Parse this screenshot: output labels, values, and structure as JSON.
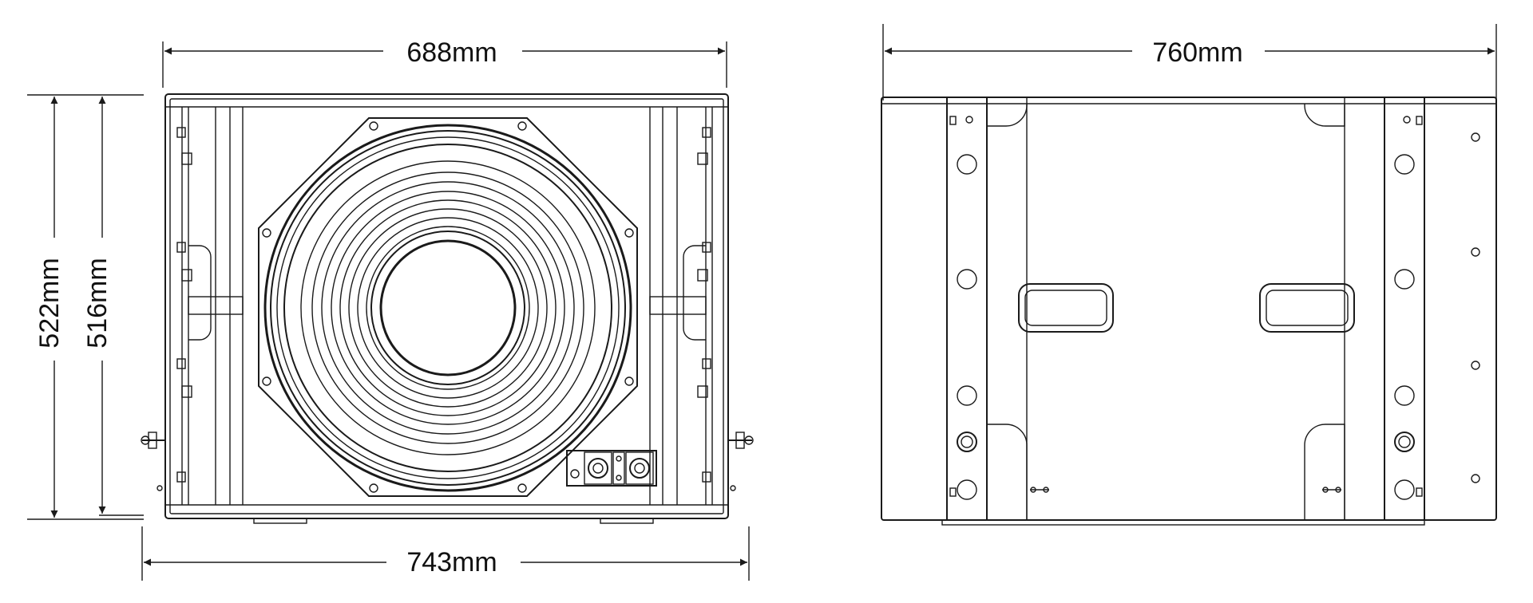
{
  "dimensions": {
    "front_width_top": "688mm",
    "front_width_bottom": "743mm",
    "front_height_outer": "522mm",
    "front_height_inner": "516mm",
    "side_depth": "760mm"
  },
  "colors": {
    "line": "#1a1a1a",
    "background": "#ffffff"
  }
}
